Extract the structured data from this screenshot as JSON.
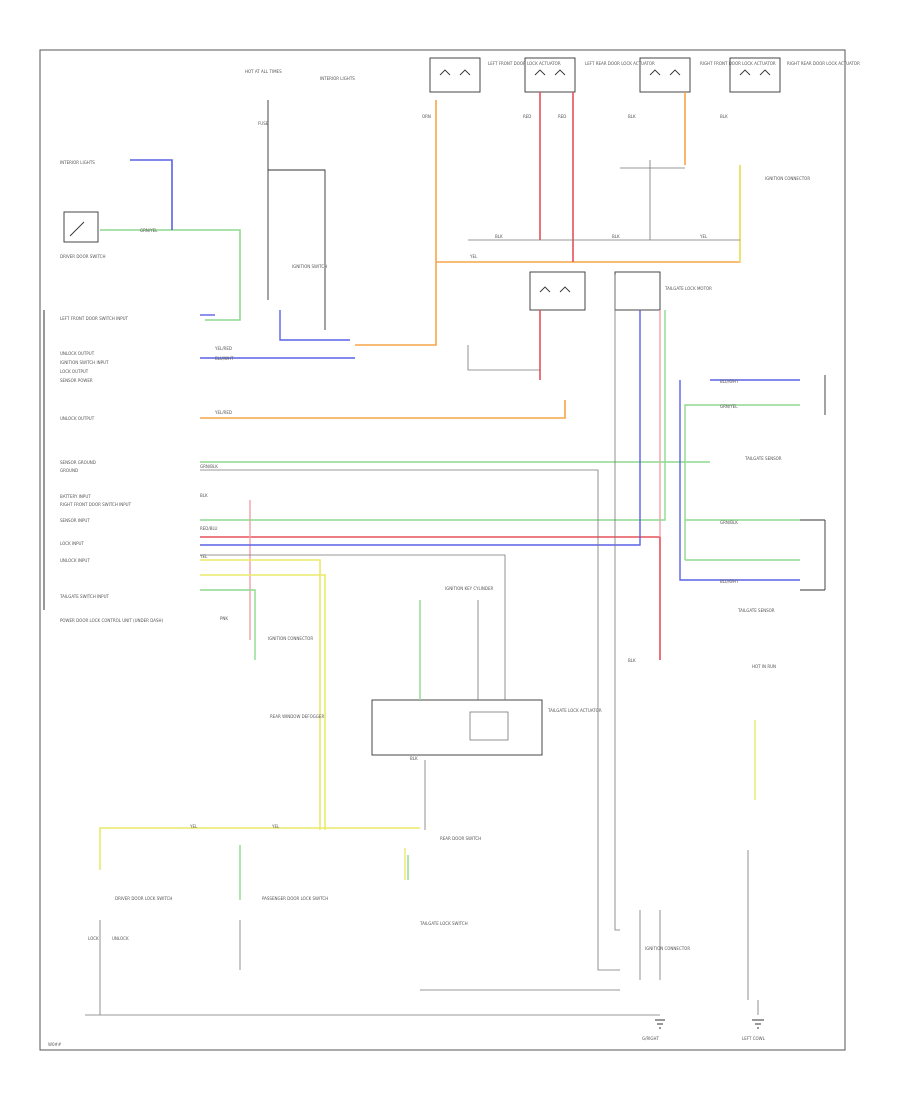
{
  "labels": {
    "hot_all_times": "HOT AT ALL TIMES",
    "fuse_top": "FUSE",
    "interior_lights": "INTERIOR LIGHTS",
    "driver_door_switch": "DRIVER DOOR SWITCH",
    "ignition_switch": "IGNITION SWITCH",
    "left_front_door_sw_input": "LEFT FRONT DOOR SWITCH INPUT",
    "unlock_output": "UNLOCK OUTPUT",
    "ignition_sw_input": "IGNITION SWITCH INPUT",
    "lock_output": "LOCK OUTPUT",
    "sensor_power": "SENSOR POWER",
    "unlock_output2": "UNLOCK OUTPUT",
    "sensor_ground": "SENSOR GROUND",
    "ground": "GROUND",
    "battery_input": "BATTERY INPUT",
    "right_front_door_sw_input": "RIGHT FRONT DOOR SWITCH INPUT",
    "sensor_input": "SENSOR INPUT",
    "lock_input": "LOCK INPUT",
    "unlock_input": "UNLOCK INPUT",
    "tailgate_sw_input": "TAILGATE SWITCH INPUT",
    "module": "POWER DOOR LOCK CONTROL UNIT (UNDER DASH)",
    "ignition_key_cyl": "IGNITION KEY CYLINDER",
    "tailgate_lock_actuator": "TAILGATE LOCK ACTUATOR",
    "ignition_connector": "IGNITION CONNECTOR",
    "rear_window_defogger": "REAR WINDOW DEFOGGER",
    "tailgate_sensor": "TAILGATE SENSOR",
    "left_front_door_lock_actuator": "LEFT FRONT DOOR LOCK ACTUATOR",
    "left_rear_door_lock_actuator": "LEFT REAR DOOR LOCK ACTUATOR",
    "tailgate_lock_motor": "TAILGATE LOCK MOTOR",
    "right_front_door_lock_actuator": "RIGHT FRONT DOOR LOCK ACTUATOR",
    "right_rear_door_lock_actuator": "RIGHT REAR DOOR LOCK ACTUATOR",
    "driver_door_lock_switch": "DRIVER DOOR LOCK SWITCH",
    "passenger_door_lock_switch": "PASSENGER DOOR LOCK SWITCH",
    "tailgate_lock_switch": "TAILGATE LOCK SWITCH",
    "lock": "LOCK",
    "unlock": "UNLOCK",
    "rear_door_switch": "REAR DOOR SWITCH",
    "hot_in_run": "HOT IN RUN",
    "left_ground": "LEFT COWL",
    "g_right": "G/RIGHT",
    "page_id": "W0##"
  },
  "wires": {
    "green_yellow": "GRN/YEL",
    "yellow_red": "YEL/RED",
    "blue_white": "BLU/WHT",
    "red": "RED",
    "black": "BLK",
    "green_black": "GRN/BLK",
    "yellow": "YEL",
    "orange": "ORN",
    "red_blue": "RED/BLU",
    "pink": "PNK"
  },
  "colors": {
    "orange": "#f5a64a",
    "red": "#e8505a",
    "pink": "#f2a0a8",
    "green": "#8fd98f",
    "blue": "#5a62e6",
    "yellow": "#eaea6a",
    "black": "#333333",
    "grey": "#888888"
  }
}
